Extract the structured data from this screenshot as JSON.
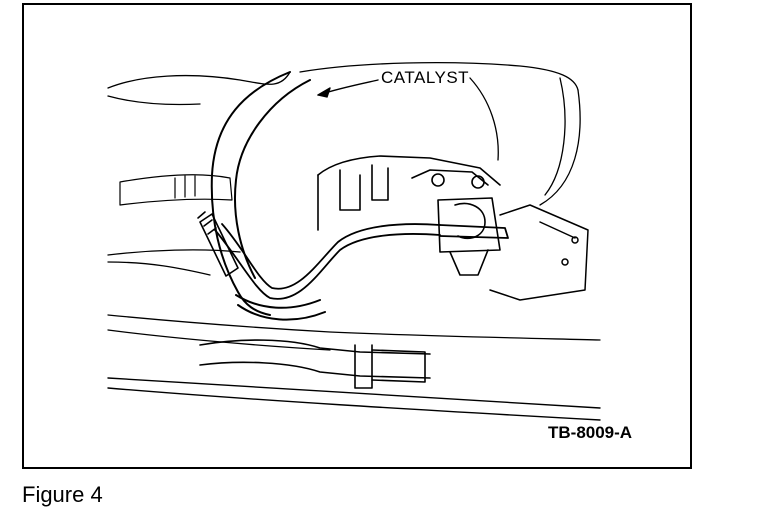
{
  "figure": {
    "callout_label": "CATALYST",
    "figure_id": "TB-8009-A",
    "caption": "Figure 4",
    "line_color": "#000000",
    "background_color": "#ffffff"
  }
}
